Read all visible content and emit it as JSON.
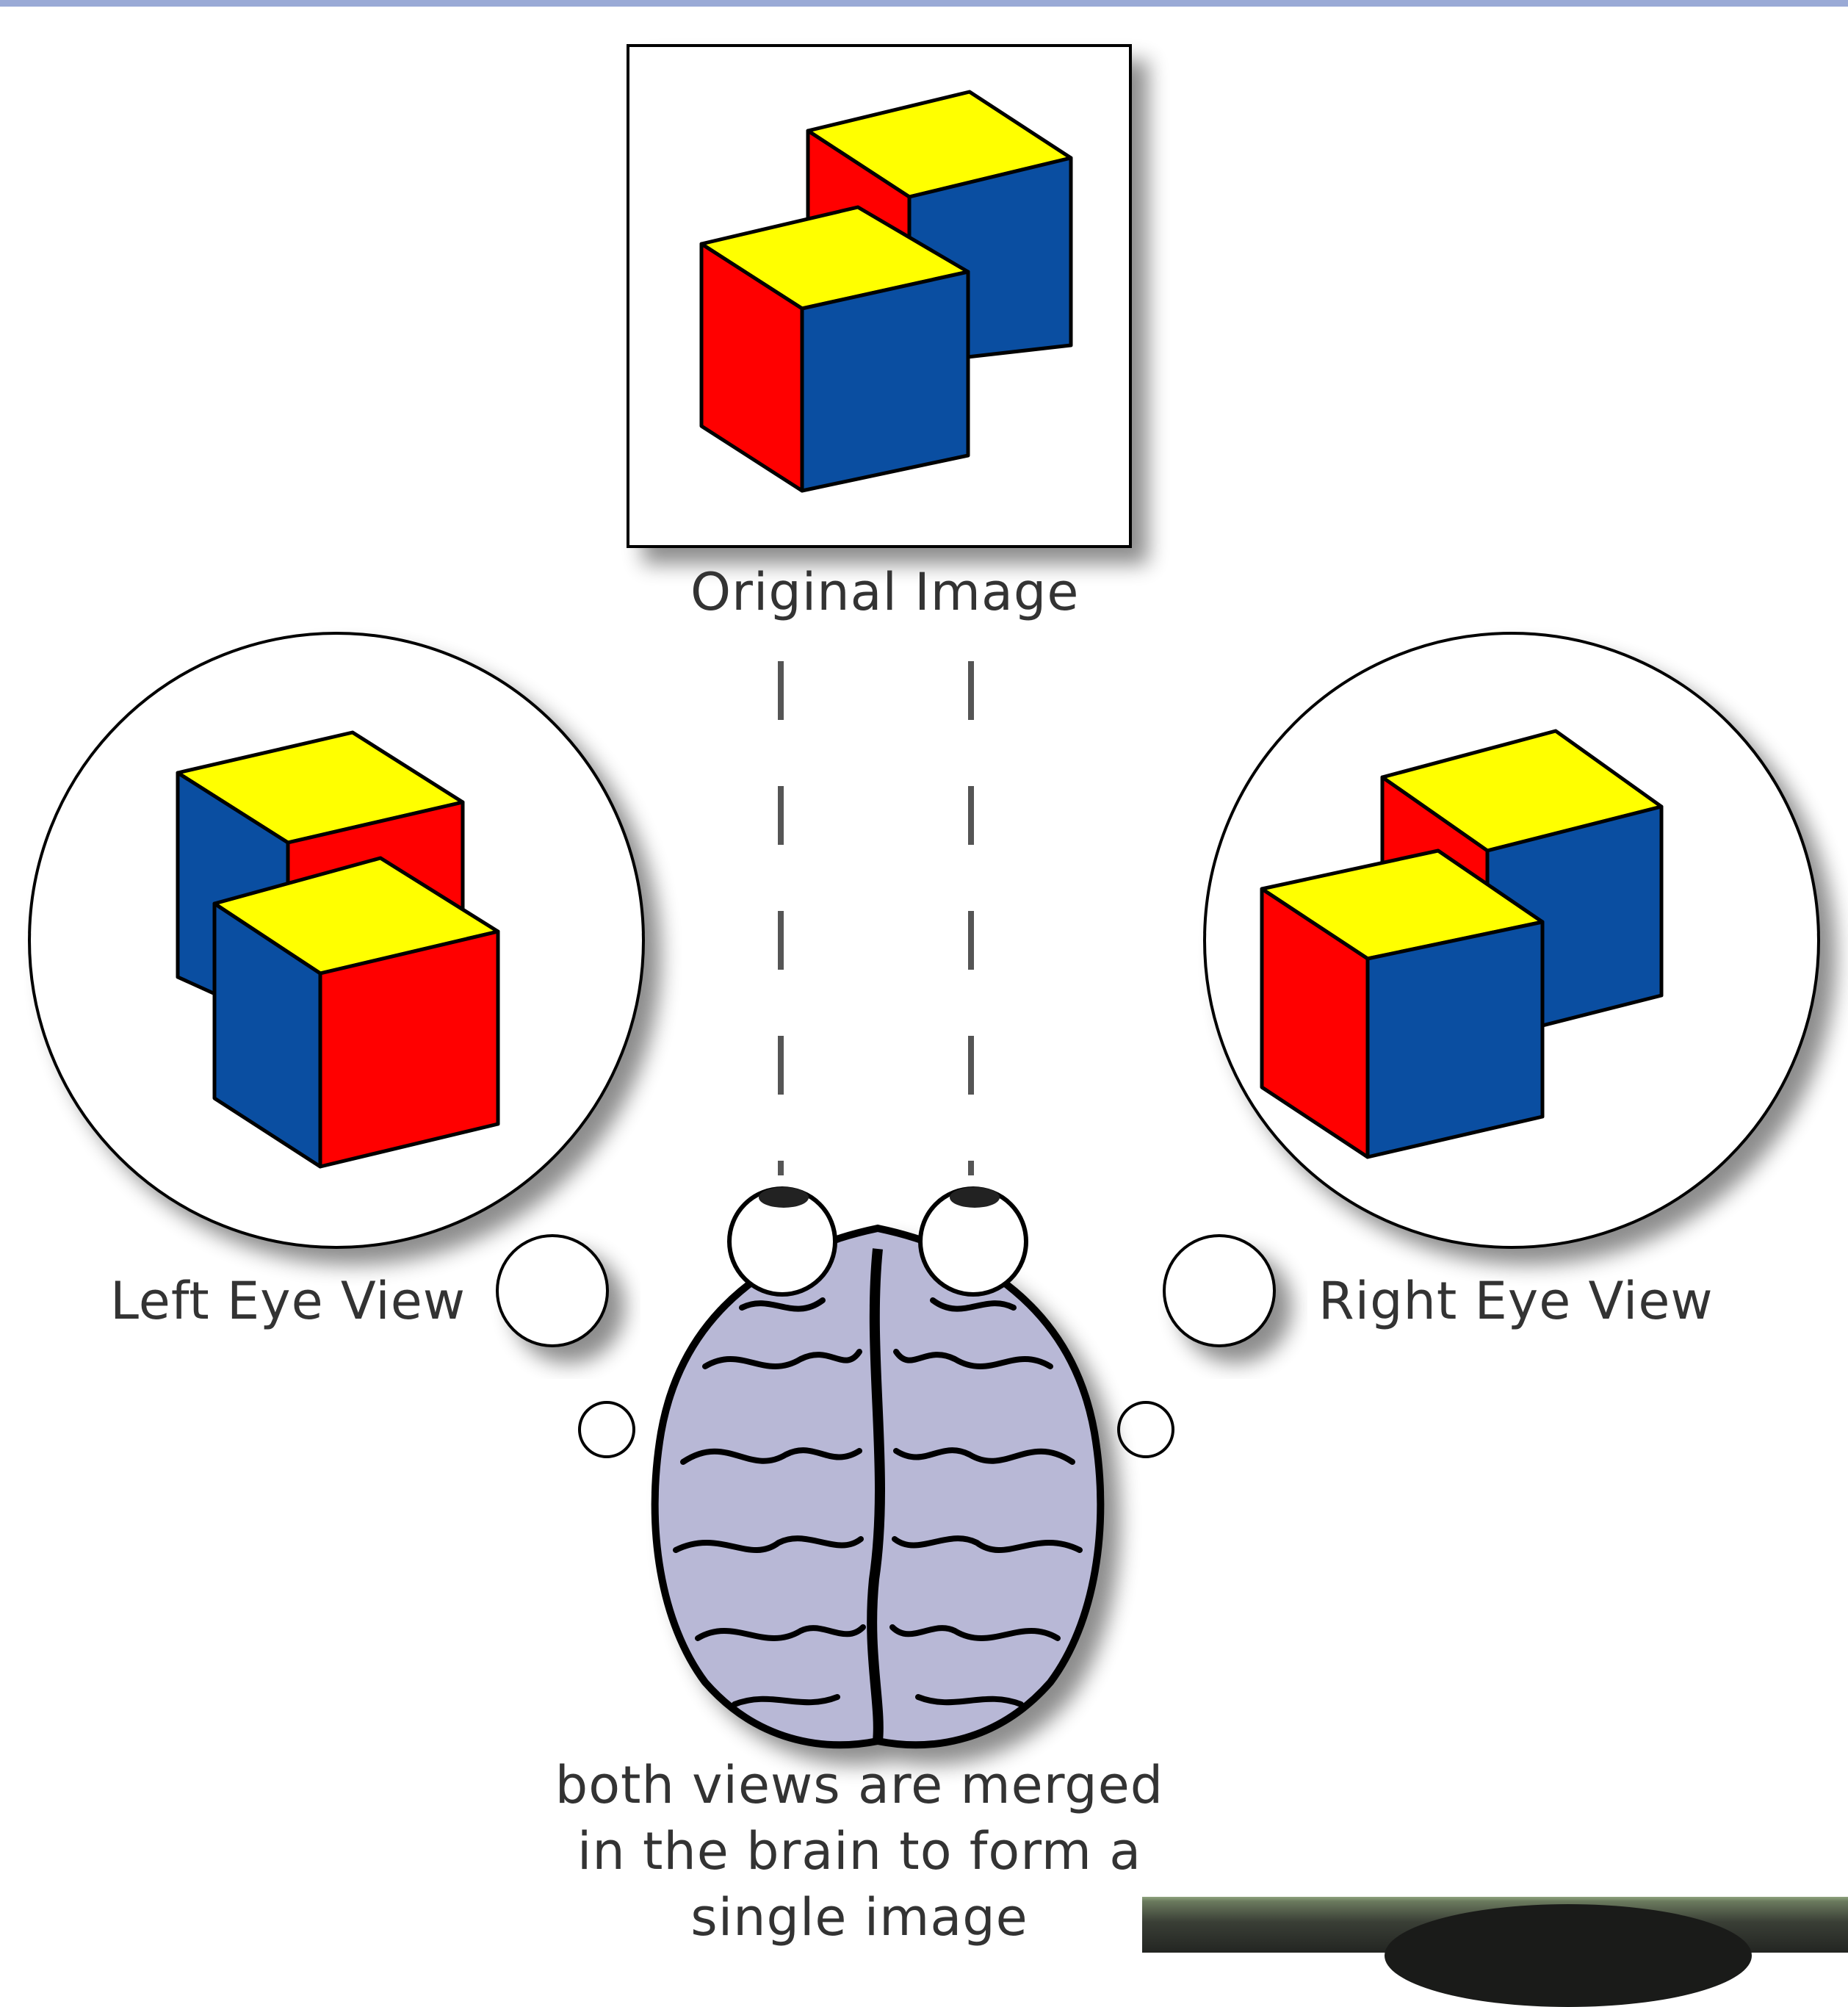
{
  "labels": {
    "original": "Original Image",
    "left_eye": "Left Eye View",
    "right_eye": "Right Eye View",
    "caption_lines": [
      "both views are merged",
      "in the brain to form a",
      "single image"
    ]
  },
  "colors": {
    "top": "#ffff00",
    "red": "#ff0000",
    "blue": "#0a4ea1",
    "brain": "#b8b8d6",
    "outline": "#000000",
    "text": "#333333"
  },
  "icons": [
    "brain-icon",
    "eye-icon",
    "cube-icon",
    "thought-bubble-icon"
  ]
}
